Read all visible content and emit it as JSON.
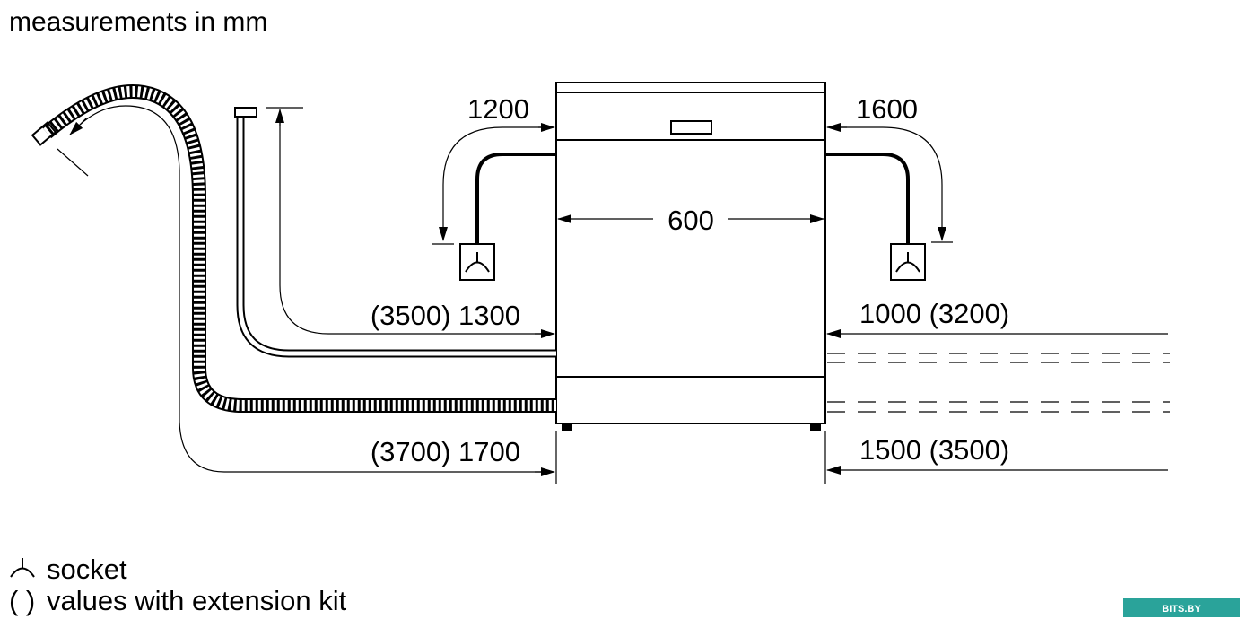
{
  "title": "measurements in mm",
  "dimensions": {
    "width": "600",
    "left_power_cable": "1200",
    "right_power_cable": "1600",
    "left_water_supply": "(3500) 1300",
    "right_water_supply": "1000 (3200)",
    "left_drain": "(3700) 1700",
    "right_drain": "1500 (3500)"
  },
  "legend": {
    "socket_label": "socket",
    "parens_symbol": "( )",
    "parens_label": "values with extension kit"
  },
  "watermark": "BITS.BY"
}
